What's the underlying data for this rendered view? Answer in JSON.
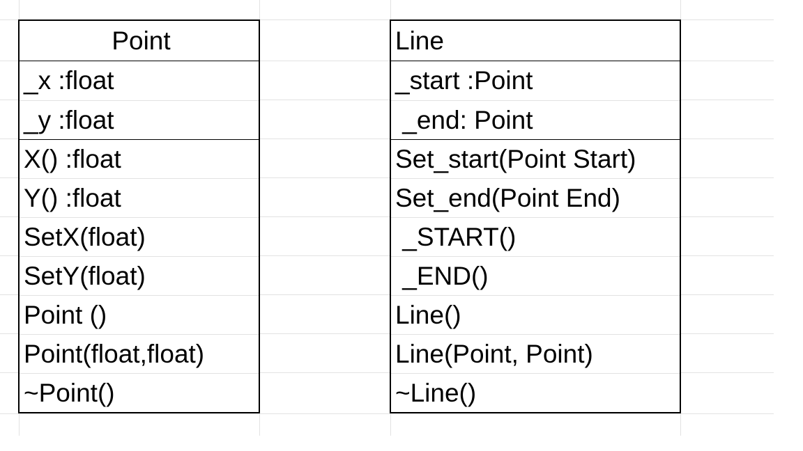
{
  "classes": [
    {
      "name": "Point",
      "attributes": [
        "_x :float",
        "_y :float"
      ],
      "methods": [
        "X() :float",
        "Y() :float",
        "SetX(float)",
        "SetY(float)",
        "Point ()",
        "Point(float,float)",
        "~Point()"
      ]
    },
    {
      "name": "Line",
      "attributes": [
        "_start :Point",
        " _end: Point"
      ],
      "methods": [
        "Set_start(Point Start)",
        "Set_end(Point End)",
        " _START()",
        " _END()",
        "Line()",
        "Line(Point, Point)",
        "~Line()"
      ]
    }
  ]
}
